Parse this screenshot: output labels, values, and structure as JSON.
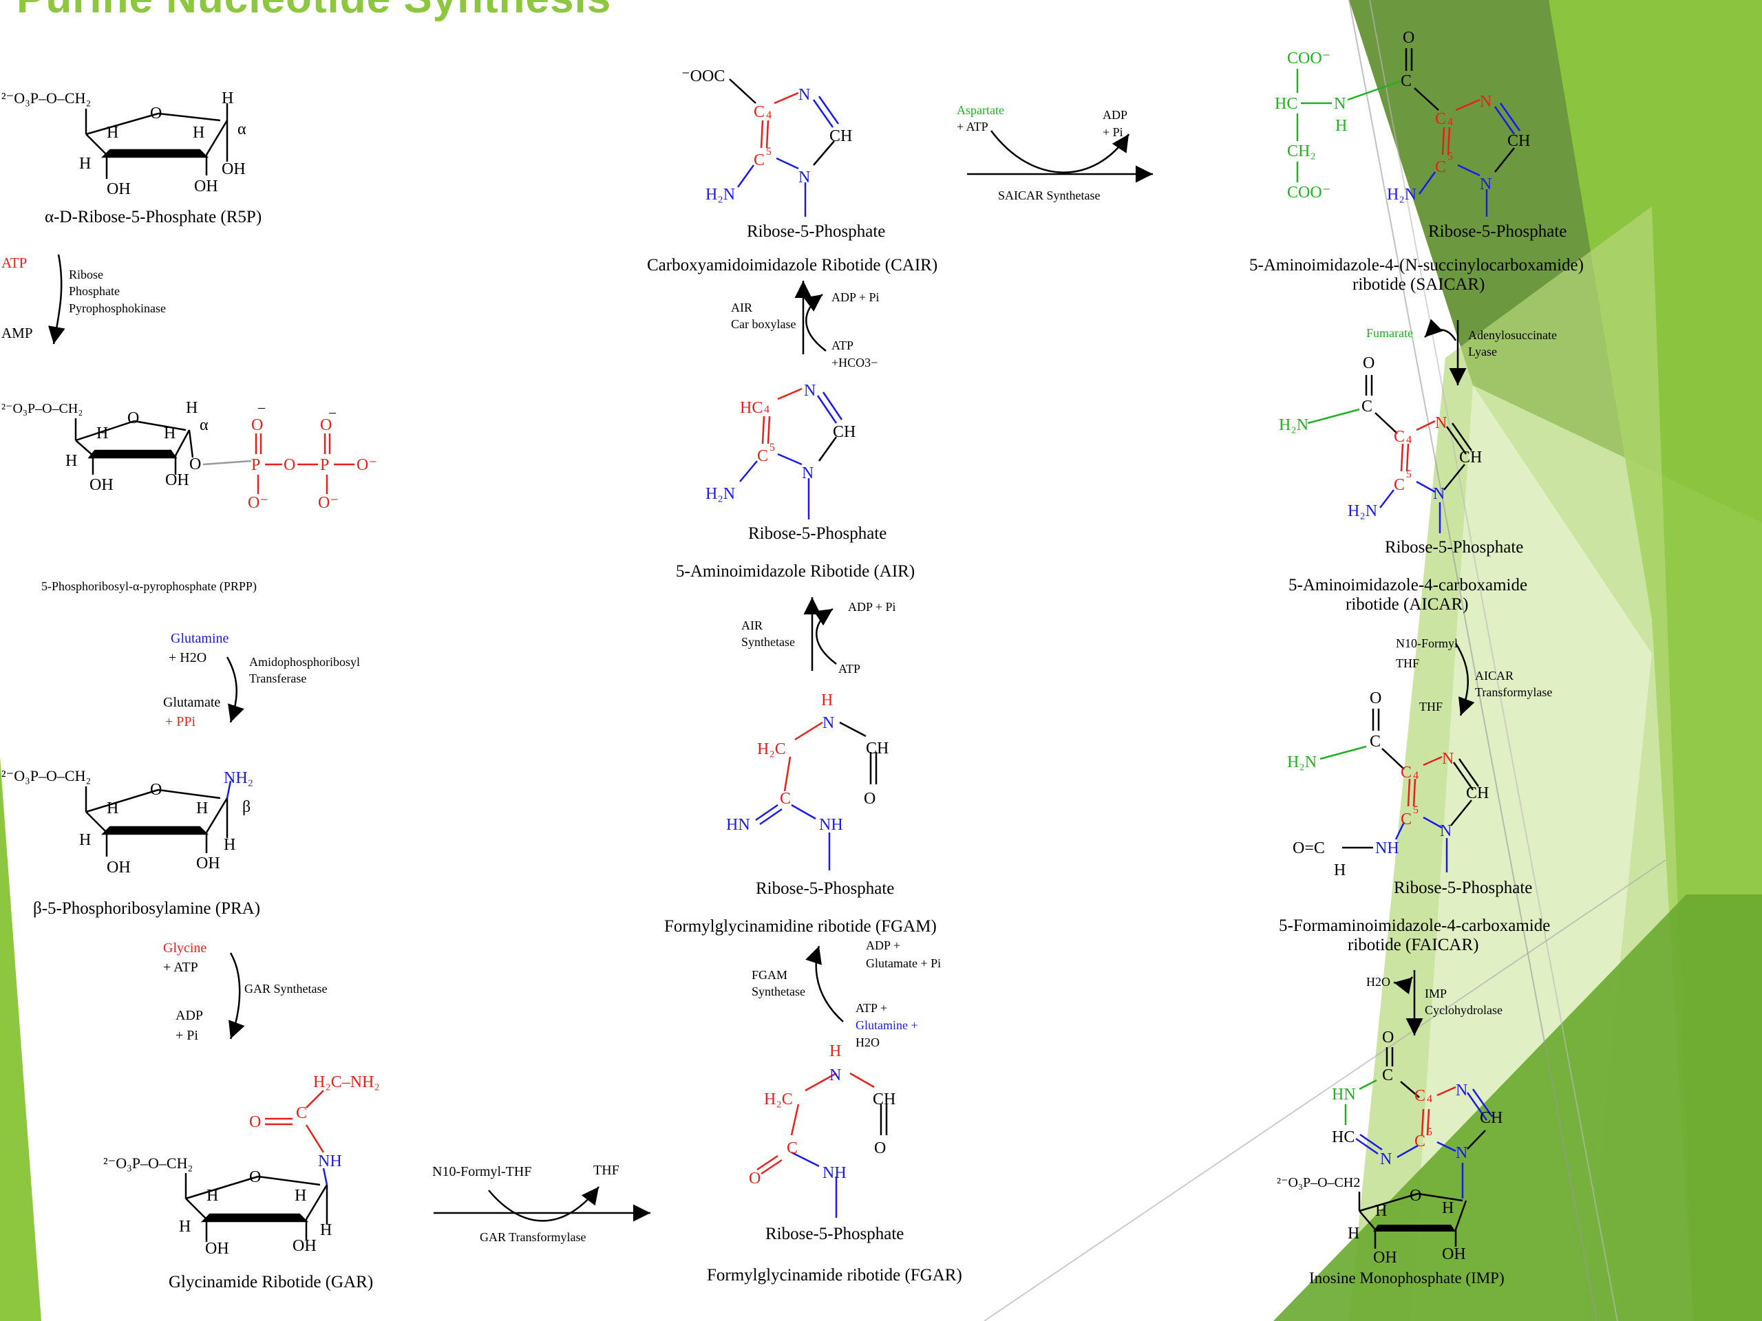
{
  "title": "Purine Nucleotide Synthesis",
  "colors": {
    "accent_green": "#8dc63f",
    "red": "#e8201a",
    "blue": "#1a1aeb",
    "green": "#22b022",
    "dark_green": "#5f8f2f"
  },
  "labels": {
    "r5p": "α-D-Ribose-5-Phosphate (R5P)",
    "prpp": "5-Phosphoribosyl-α-pyrophosphate (PRPP)",
    "pra": "β-5-Phosphoribosylamine (PRA)",
    "gar": "Glycinamide Ribotide (GAR)",
    "fgar": "Formylglycinamide ribotide (FGAR)",
    "fgam": "Formylglycinamidine ribotide (FGAM)",
    "air": "5-Aminoimidazole Ribotide (AIR)",
    "cair": "Carboxyamidoimidazole Ribotide (CAIR)",
    "saicar_1": "5-Aminoimidazole-4-(N-succinylocarboxamide)",
    "saicar_2": "ribotide (SAICAR)",
    "aicar_1": "5-Aminoimidazole-4-carboxamide",
    "aicar_2": "ribotide (AICAR)",
    "faicar_1": "5-Formaminoimidazole-4-carboxamide",
    "faicar_2": "ribotide (FAICAR)",
    "imp": "Inosine Monophosphate (IMP)",
    "r5p_sub": "Ribose-5-Phosphate"
  },
  "steps": {
    "s1": {
      "in": "ATP",
      "out": "AMP",
      "enzyme": [
        "Ribose",
        "Phosphate",
        "Pyrophosphokinase"
      ]
    },
    "s2": {
      "in1": "Glutamine",
      "in2": "+ H2O",
      "out1": "Glutamate",
      "out2": "+ PPi",
      "enzyme": [
        "Amidophosphoribosyl",
        "Transferase"
      ]
    },
    "s3": {
      "in1": "Glycine",
      "in2": "+ ATP",
      "out1": "ADP",
      "out2": "+ Pi",
      "enzyme": [
        "GAR Synthetase"
      ]
    },
    "s4": {
      "in": "N10-Formyl-THF",
      "out": "THF",
      "enzyme": "GAR Transformylase"
    },
    "s5": {
      "in1": "ATP +",
      "in2": "Glutamine +",
      "in3": "H2O",
      "out1": "ADP +",
      "out2": "Glutamate + Pi",
      "enzyme": [
        "FGAM",
        "Synthetase"
      ]
    },
    "s6": {
      "in": "ATP",
      "out": "ADP + Pi",
      "enzyme": [
        "AIR",
        "Synthetase"
      ]
    },
    "s7": {
      "in1": "ATP",
      "in2": "+HCO3−",
      "out": "ADP + Pi",
      "enzyme": [
        "AIR",
        "Car boxylase"
      ]
    },
    "s8": {
      "in1": "Aspartate",
      "in2": "+ ATP",
      "out1": "ADP",
      "out2": "+ Pi",
      "enzyme": "SAICAR Synthetase"
    },
    "s9": {
      "out": "Fumarate",
      "enzyme": [
        "Adenylosuccinate",
        "Lyase"
      ]
    },
    "s10": {
      "in1": "N10-Formyl",
      "in2": "THF",
      "out": "THF",
      "enzyme": [
        "AICAR",
        "Transformylase"
      ]
    },
    "s11": {
      "out": "H2O",
      "enzyme": [
        "IMP",
        "Cyclohydrolase"
      ]
    }
  }
}
